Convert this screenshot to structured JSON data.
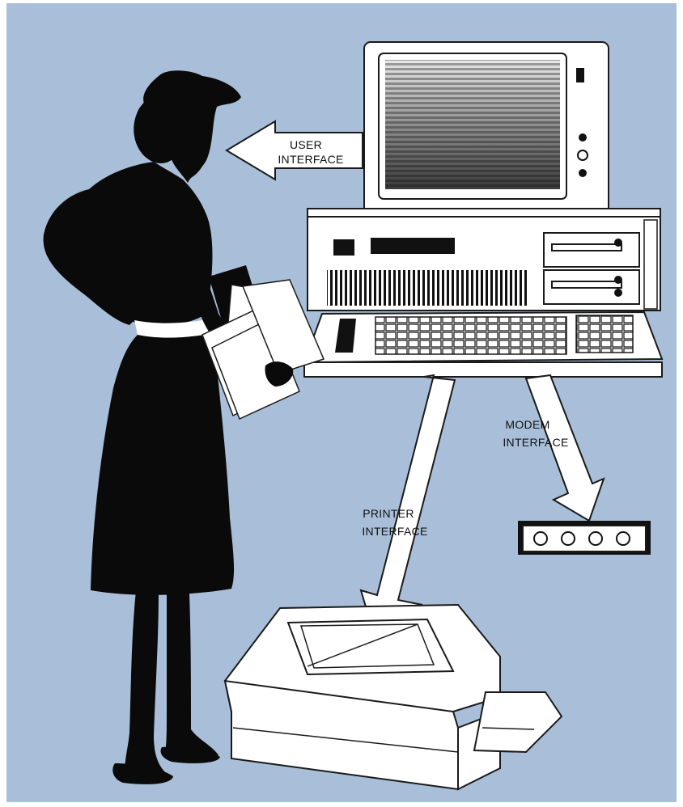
{
  "colors": {
    "background": "#a9bfd9",
    "line": "#1a1a1a",
    "fill": "#ffffff",
    "silhouette": "#0a0a0a"
  },
  "labels": {
    "user": [
      "USER",
      "INTERFACE"
    ],
    "modem": [
      "MODEM",
      "INTERFACE"
    ],
    "printer": [
      "PRINTER",
      "INTERFACE"
    ]
  }
}
